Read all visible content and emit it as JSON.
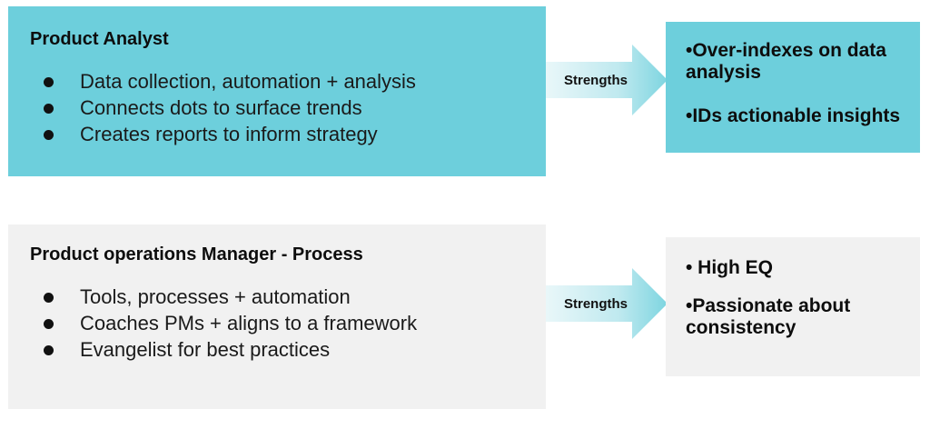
{
  "rows": [
    {
      "title": "Product Analyst",
      "bullets": [
        "Data collection, automation + analysis",
        "Connects dots to surface trends",
        "Creates reports to inform strategy"
      ],
      "arrow_label": "Strengths",
      "strengths": [
        "•Over-indexes on data analysis",
        "•IDs actionable insights"
      ]
    },
    {
      "title": "Product operations Manager - Process",
      "bullets": [
        "Tools, processes + automation",
        "Coaches PMs + aligns to a framework",
        "Evangelist for best practices"
      ],
      "arrow_label": "Strengths",
      "strengths": [
        "• High EQ",
        "•Passionate about consistency"
      ]
    }
  ],
  "colors": {
    "teal_box": "#6dcfdc",
    "gray_box": "#f1f1f1",
    "arrow_teal": "#7dd5e0"
  }
}
